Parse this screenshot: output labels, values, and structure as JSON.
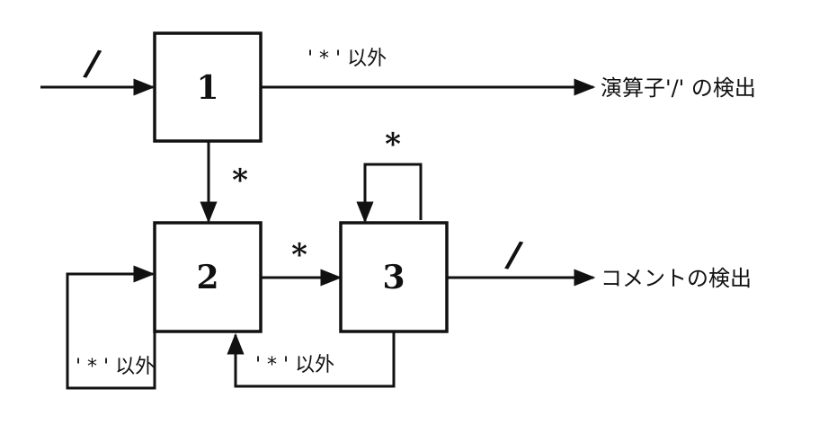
{
  "states": [
    {
      "id": "state-1",
      "label": "1"
    },
    {
      "id": "state-2",
      "label": "2"
    },
    {
      "id": "state-3",
      "label": "3"
    }
  ],
  "symbols": {
    "slash": "/",
    "star": "*"
  },
  "edge_labels": {
    "not_star": "' * ' 以外"
  },
  "outputs": {
    "division_detected": "演算子'/' の検出",
    "comment_detected": "コメントの検出"
  }
}
